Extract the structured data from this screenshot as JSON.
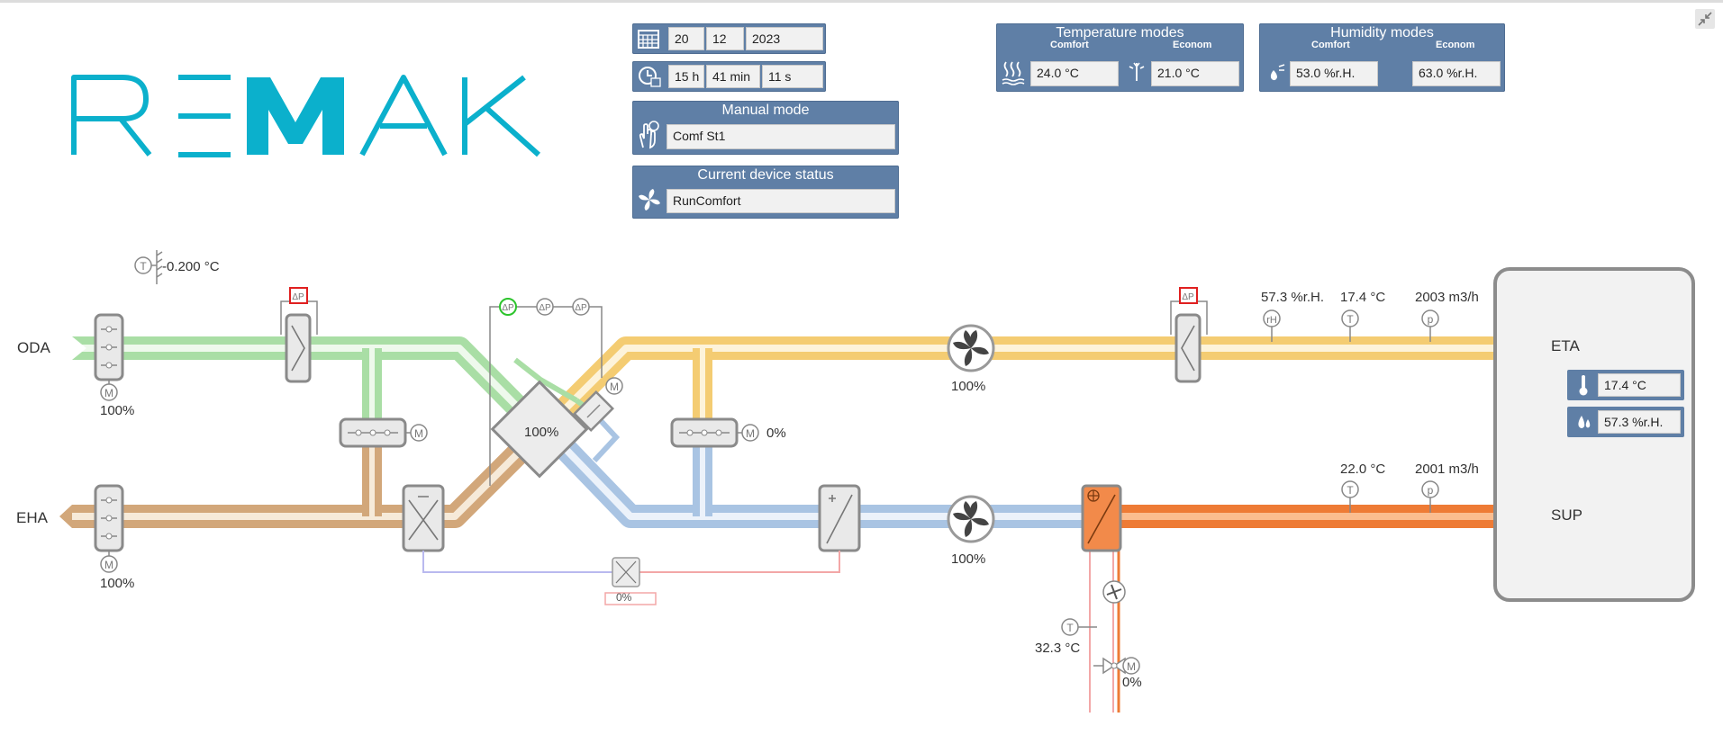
{
  "brand": {
    "logo_text": "REMAK",
    "color": "#0bb0cc"
  },
  "date": {
    "day": "20",
    "month": "12",
    "year": "2023"
  },
  "time": {
    "hours": "15 h",
    "minutes": "41 min",
    "seconds": "11 s"
  },
  "manual_mode": {
    "title": "Manual mode",
    "value": "Comf St1"
  },
  "device_status": {
    "title": "Current device status",
    "value": "RunComfort"
  },
  "temperature_modes": {
    "title": "Temperature modes",
    "comfort_label": "Comfort",
    "econom_label": "Econom",
    "comfort_value": "24.0 °C",
    "econom_value": "21.0 °C"
  },
  "humidity_modes": {
    "title": "Humidity modes",
    "comfort_label": "Comfort",
    "econom_label": "Econom",
    "comfort_value": "53.0 %r.H.",
    "econom_value": "63.0 %r.H."
  },
  "room": {
    "temperature": "17.4 °C",
    "humidity": "57.3 %r.H."
  },
  "labels": {
    "oda": "ODA",
    "eha": "EHA",
    "eta": "ETA",
    "sup": "SUP"
  },
  "outdoor_temp": "-0.200 °C",
  "oda_damper_pct": "100%",
  "eha_damper_pct": "100%",
  "hrx_pct": "100%",
  "bypass_right_pct": "0%",
  "eta_fan_pct": "100%",
  "sup_fan_pct": "100%",
  "hp_pct": "0%",
  "eta_humidity": "57.3 %r.H.",
  "eta_temp": "17.4 °C",
  "eta_flow": "2003 m3/h",
  "sup_temp": "22.0 °C",
  "sup_flow": "2001 m3/h",
  "heater_water_temp": "32.3 °C",
  "heater_valve_pct": "0%",
  "icons": [
    "calendar-icon",
    "clock-icon",
    "hand-icon",
    "fan-icon",
    "heating-icon",
    "cooling-icon",
    "humidify-icon",
    "thermometer-icon",
    "droplet-icon",
    "minimize-icon"
  ],
  "colors": {
    "panel": "#5f7fa6",
    "oda_duct": "#b6e3b2",
    "eha_duct": "#d9b48a",
    "eta_duct": "#f7d58a",
    "sup_duct_cold": "#b9cfe6",
    "sup_duct_hot": "#f28a4a"
  }
}
